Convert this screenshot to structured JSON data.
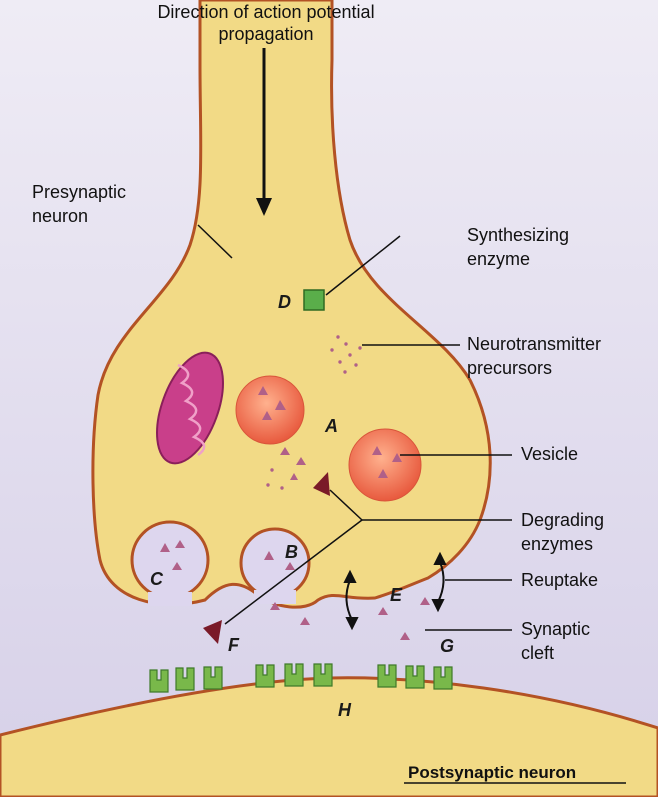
{
  "labels": {
    "direction_line1": "Direction of action potential",
    "direction_line2": "propagation",
    "presynaptic_line1": "Presynaptic",
    "presynaptic_line2": "neuron",
    "synthesizing_line1": "Synthesizing",
    "synthesizing_line2": "enzyme",
    "precursors_line1": "Neurotransmitter",
    "precursors_line2": "precursors",
    "vesicle": "Vesicle",
    "degrading_line1": "Degrading",
    "degrading_line2": "enzymes",
    "reuptake": "Reuptake",
    "cleft_line1": "Synaptic",
    "cleft_line2": "cleft",
    "postsynaptic": "Postsynaptic neuron"
  },
  "letters": {
    "A": "A",
    "B": "B",
    "C": "C",
    "D": "D",
    "E": "E",
    "F": "F",
    "G": "G",
    "H": "H"
  },
  "colors": {
    "background": "#d9d4ea",
    "neuron_fill": "#f2da86",
    "membrane": "#b35224",
    "vesicle": "#ee7050",
    "mitochondrion": "#c93f8a",
    "receptor": "#79b84a",
    "neurotransmitter": "#b06088",
    "enzyme": "#7a1a28"
  }
}
